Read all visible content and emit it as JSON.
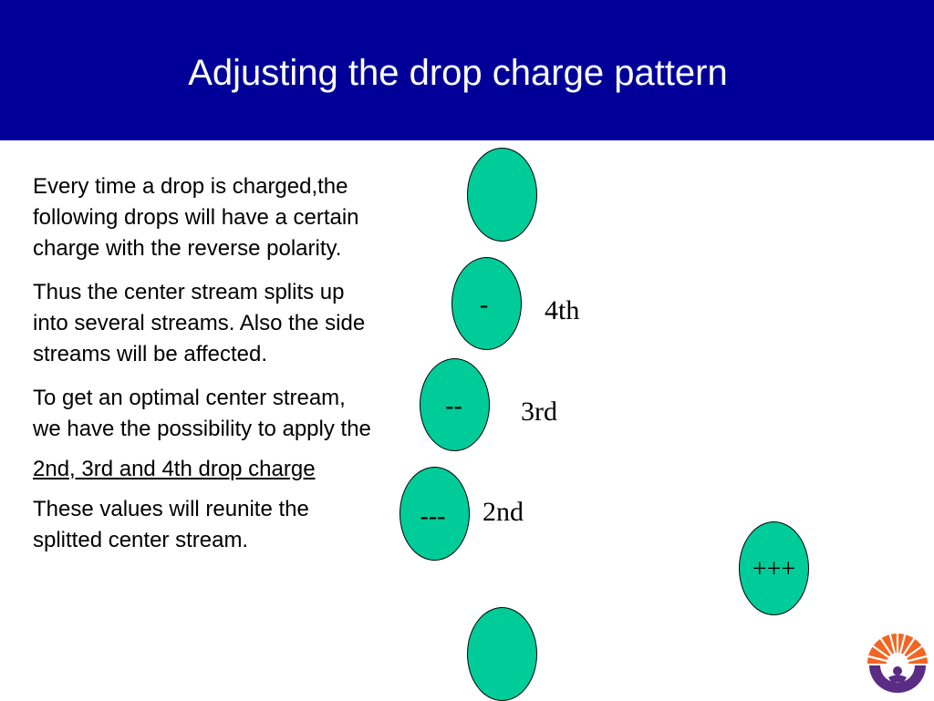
{
  "slide": {
    "title": "Adjusting the drop charge pattern",
    "paragraphs": [
      "Every time a drop is charged,the following drops will have a certain charge with the reverse polarity.",
      "Thus the center stream splits up into several streams. Also the side streams will be affected.",
      "To get an optimal center stream, we have the possibility to apply the",
      "2nd, 3rd and 4th drop charge",
      "These values will reunite the splitted center stream."
    ]
  },
  "diagram": {
    "drops": [
      {
        "charge": ""
      },
      {
        "charge": "-",
        "label": "4th"
      },
      {
        "charge": "--",
        "label": "3rd"
      },
      {
        "charge": "---",
        "label": "2nd"
      },
      {
        "charge": "+++"
      },
      {
        "charge": ""
      }
    ]
  },
  "colors": {
    "header": "#000099",
    "drop_fill": "#00cc99",
    "logo_orange": "#f26522",
    "logo_purple": "#5b2c83"
  },
  "icons": {
    "logo": "sunburst-person-logo"
  }
}
